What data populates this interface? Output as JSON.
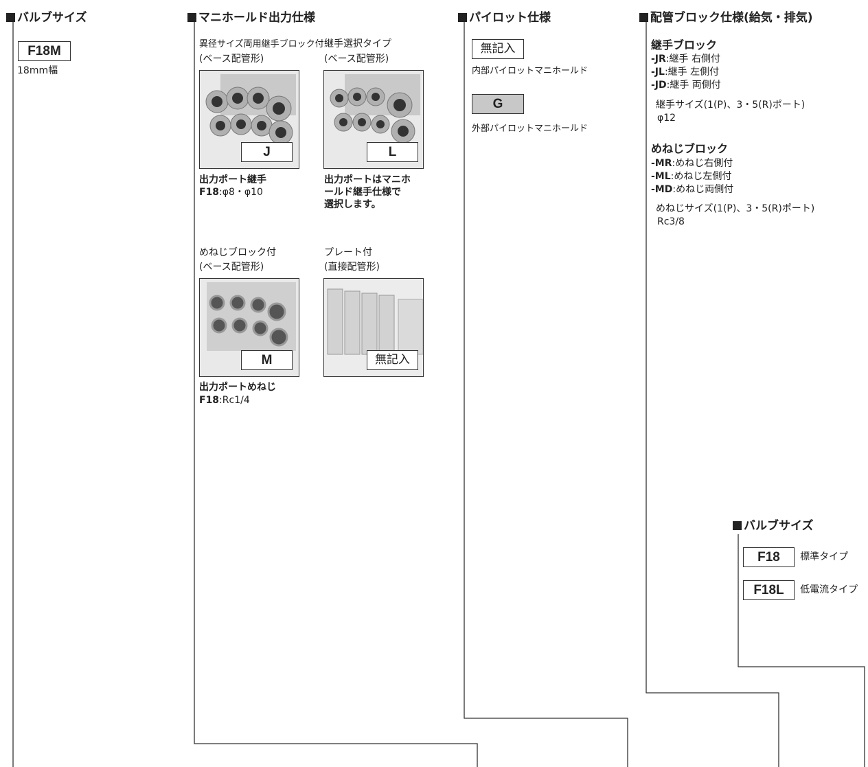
{
  "valve_size_left": {
    "title": "バルブサイズ",
    "code": "F18M",
    "desc": "18mm幅"
  },
  "manifold_output": {
    "title": "マニホールド出力仕様",
    "items": [
      {
        "caption1": "異径サイズ両用継手ブロック付",
        "caption2": "(ベース配管形)",
        "label": "J",
        "note_l1": "出力ポート継手",
        "note_b": "F18",
        "note_l2": ":φ8・φ10"
      },
      {
        "caption1": "継手選択タイプ",
        "caption2": "(ベース配管形)",
        "label": "L",
        "note_l1": "出力ポートはマニホ",
        "note_l2": "ールド継手仕様で",
        "note_l3": "選択します。"
      },
      {
        "caption1": "めねじブロック付",
        "caption2": "(ベース配管形)",
        "label": "M",
        "note_l1": "出力ポートめねじ",
        "note_b": "F18",
        "note_l2": ":Rc1/4"
      },
      {
        "caption1": "プレート付",
        "caption2": "(直接配管形)",
        "label": "無記入"
      }
    ]
  },
  "pilot": {
    "title": "パイロット仕様",
    "opt1_code": "無記入",
    "opt1_desc": "内部パイロットマニホールド",
    "opt2_code": "G",
    "opt2_desc": "外部パイロットマニホールド"
  },
  "piping": {
    "title": "配管ブロック仕様(給気・排気)",
    "joint_title": "継手ブロック",
    "joint_items": [
      {
        "code": "-JR",
        "text": ":継手 右側付"
      },
      {
        "code": "-JL",
        "text": ":継手 左側付"
      },
      {
        "code": "-JD",
        "text": ":継手 両側付"
      }
    ],
    "joint_size_l1": "継手サイズ(1(P)、3・5(R)ポート)",
    "joint_size_l2": "φ12",
    "thread_title": "めねじブロック",
    "thread_items": [
      {
        "code": "-MR",
        "text": ":めねじ右側付"
      },
      {
        "code": "-ML",
        "text": ":めねじ左側付"
      },
      {
        "code": "-MD",
        "text": ":めねじ両側付"
      }
    ],
    "thread_size_l1": "めねじサイズ(1(P)、3・5(R)ポート)",
    "thread_size_l2": "Rc3/8"
  },
  "valve_size_right": {
    "title": "バルブサイズ",
    "options": [
      {
        "code": "F18",
        "desc": "標準タイプ"
      },
      {
        "code": "F18L",
        "desc": "低電流タイプ"
      }
    ]
  }
}
